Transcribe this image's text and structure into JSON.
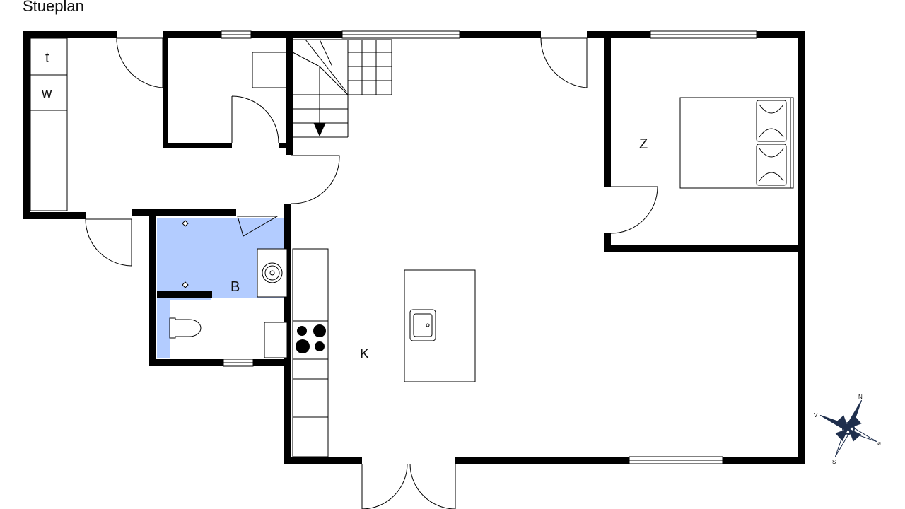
{
  "title": "Stueplan",
  "rooms": {
    "t": "t",
    "w": "w",
    "bathroom": "B",
    "bedroom": "Z",
    "kitchen": "K"
  },
  "compass": {
    "n": "N",
    "v": "V",
    "o": "ø",
    "s": "S"
  },
  "colors": {
    "bathroom_fill": "#b3ccff",
    "wall": "#000000"
  }
}
